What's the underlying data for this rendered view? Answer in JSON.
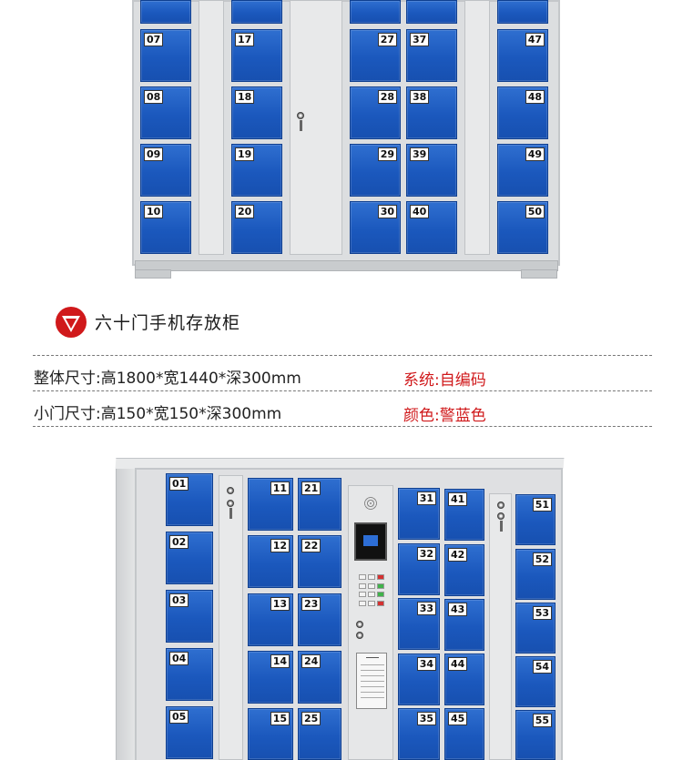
{
  "product": {
    "title": "六十门手机存放柜"
  },
  "specs": {
    "overall_size": "整体尺寸:高1800*宽1440*深300mm",
    "door_size": "小门尺寸:高150*宽150*深300mm",
    "system": "系统:自编码",
    "color": "颜色:警蓝色"
  },
  "colors": {
    "door_blue": "#1b58bd",
    "accent_red": "#d0191b",
    "frame_gray": "#dcdee0"
  },
  "top_cabinet": {
    "col1": [
      "07",
      "08",
      "09",
      "10"
    ],
    "col2": [
      "17",
      "18",
      "19",
      "20"
    ],
    "col3": [
      "27",
      "28",
      "29",
      "30"
    ],
    "col4": [
      "37",
      "38",
      "39",
      "40"
    ],
    "col5": [
      "47",
      "48",
      "49",
      "50"
    ]
  },
  "bottom_cabinet": {
    "col1": [
      "01",
      "02",
      "03",
      "04",
      "05"
    ],
    "col2": [
      "11",
      "12",
      "13",
      "14",
      "15"
    ],
    "col3": [
      "21",
      "22",
      "23",
      "24",
      "25"
    ],
    "col4": [
      "31",
      "32",
      "33",
      "34",
      "35"
    ],
    "col5": [
      "41",
      "42",
      "43",
      "44",
      "45"
    ],
    "col6": [
      "51",
      "52",
      "53",
      "54",
      "55"
    ]
  }
}
